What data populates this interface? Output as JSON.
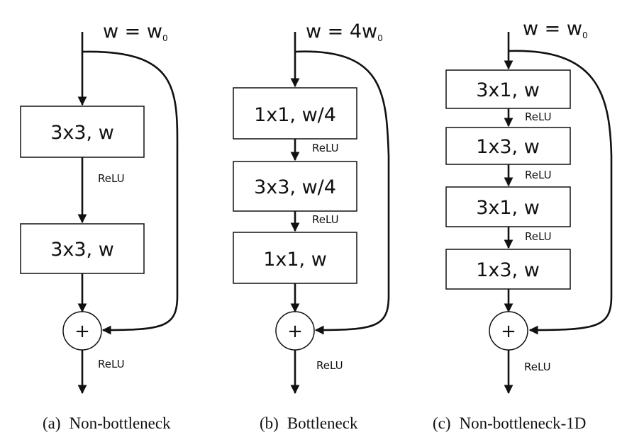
{
  "panels": [
    {
      "width_label": "w = w",
      "width_sub": "0",
      "blocks": [
        "3x3, w",
        "3x3, w"
      ],
      "relu_labels": [
        "ReLU"
      ],
      "merge_symbol": "+",
      "output_relu": "ReLU",
      "caption_letter": "(a)",
      "caption": "Non-bottleneck"
    },
    {
      "width_label": "w = 4w",
      "width_sub": "0",
      "blocks": [
        "1x1, w/4",
        "3x3, w/4",
        "1x1, w"
      ],
      "relu_labels": [
        "ReLU",
        "ReLU"
      ],
      "merge_symbol": "+",
      "output_relu": "ReLU",
      "caption_letter": "(b)",
      "caption": "Bottleneck"
    },
    {
      "width_label": "w = w",
      "width_sub": "0",
      "blocks": [
        "3x1, w",
        "1x3, w",
        "3x1, w",
        "1x3, w"
      ],
      "relu_labels": [
        "ReLU",
        "ReLU",
        "ReLU"
      ],
      "merge_symbol": "+",
      "output_relu": "ReLU",
      "caption_letter": "(c)",
      "caption": "Non-bottleneck-1D"
    }
  ]
}
